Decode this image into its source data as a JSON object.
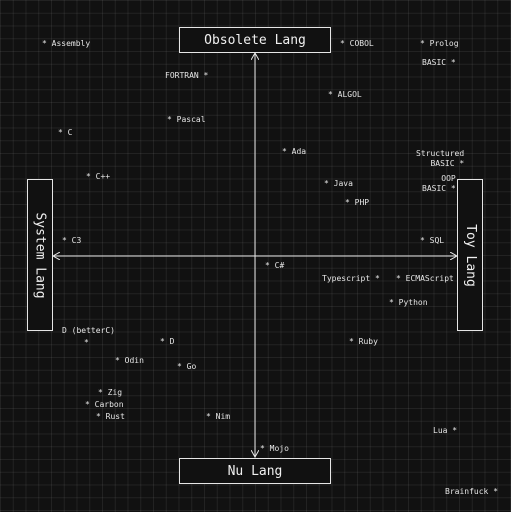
{
  "labels": {
    "top": "Obsolete Lang",
    "bottom": "Nu Lang",
    "left": "System Lang",
    "right": "Toy Lang"
  },
  "star": "*",
  "languages": [
    {
      "name": "Assembly",
      "side": "star-left"
    },
    {
      "name": "COBOL",
      "side": "star-left"
    },
    {
      "name": "Prolog",
      "side": "star-left"
    },
    {
      "name": "FORTRAN",
      "side": "star-right"
    },
    {
      "name": "BASIC",
      "side": "star-right"
    },
    {
      "name": "ALGOL",
      "side": "star-left"
    },
    {
      "name": "Pascal",
      "side": "star-left"
    },
    {
      "name": "C",
      "side": "star-left"
    },
    {
      "name": "Ada",
      "side": "star-left"
    },
    {
      "name": "Structured BASIC",
      "side": "star-right"
    },
    {
      "name": "C++",
      "side": "star-left"
    },
    {
      "name": "Java",
      "side": "star-left"
    },
    {
      "name": "OOP BASIC",
      "side": "star-right"
    },
    {
      "name": "PHP",
      "side": "star-left"
    },
    {
      "name": "C3",
      "side": "star-left"
    },
    {
      "name": "SQL",
      "side": "star-left"
    },
    {
      "name": "C#",
      "side": "star-left"
    },
    {
      "name": "Typescript",
      "side": "star-right"
    },
    {
      "name": "ECMAScript",
      "side": "star-left"
    },
    {
      "name": "Python",
      "side": "star-left"
    },
    {
      "name": "D (betterC)",
      "side": "star-below"
    },
    {
      "name": "D",
      "side": "star-left"
    },
    {
      "name": "Ruby",
      "side": "star-left"
    },
    {
      "name": "Odin",
      "side": "star-left"
    },
    {
      "name": "Go",
      "side": "star-left"
    },
    {
      "name": "Zig",
      "side": "star-left"
    },
    {
      "name": "Carbon",
      "side": "star-left"
    },
    {
      "name": "Rust",
      "side": "star-left"
    },
    {
      "name": "Nim",
      "side": "star-left"
    },
    {
      "name": "Lua",
      "side": "star-right"
    },
    {
      "name": "Mojo",
      "side": "star-left"
    },
    {
      "name": "Brainfuck",
      "side": "star-right"
    }
  ]
}
